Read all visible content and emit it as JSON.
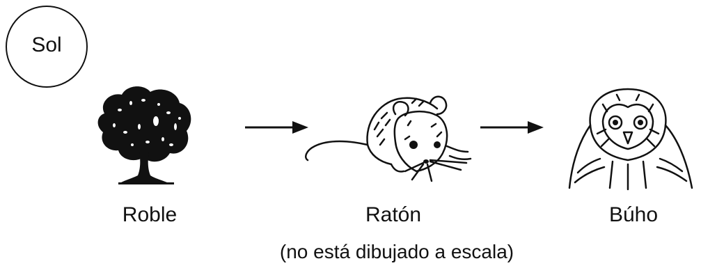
{
  "sun": {
    "label": "Sol",
    "icon": "sun-circle"
  },
  "chain": [
    {
      "label": "Roble",
      "icon": "oak-tree-icon"
    },
    {
      "label": "Ratón",
      "icon": "mouse-icon"
    },
    {
      "label": "Búho",
      "icon": "owl-icon"
    }
  ],
  "arrows": [
    "arrow-right-icon",
    "arrow-right-icon"
  ],
  "note": "(no está dibujado a escala)",
  "colors": {
    "ink": "#111111",
    "background": "#ffffff"
  }
}
